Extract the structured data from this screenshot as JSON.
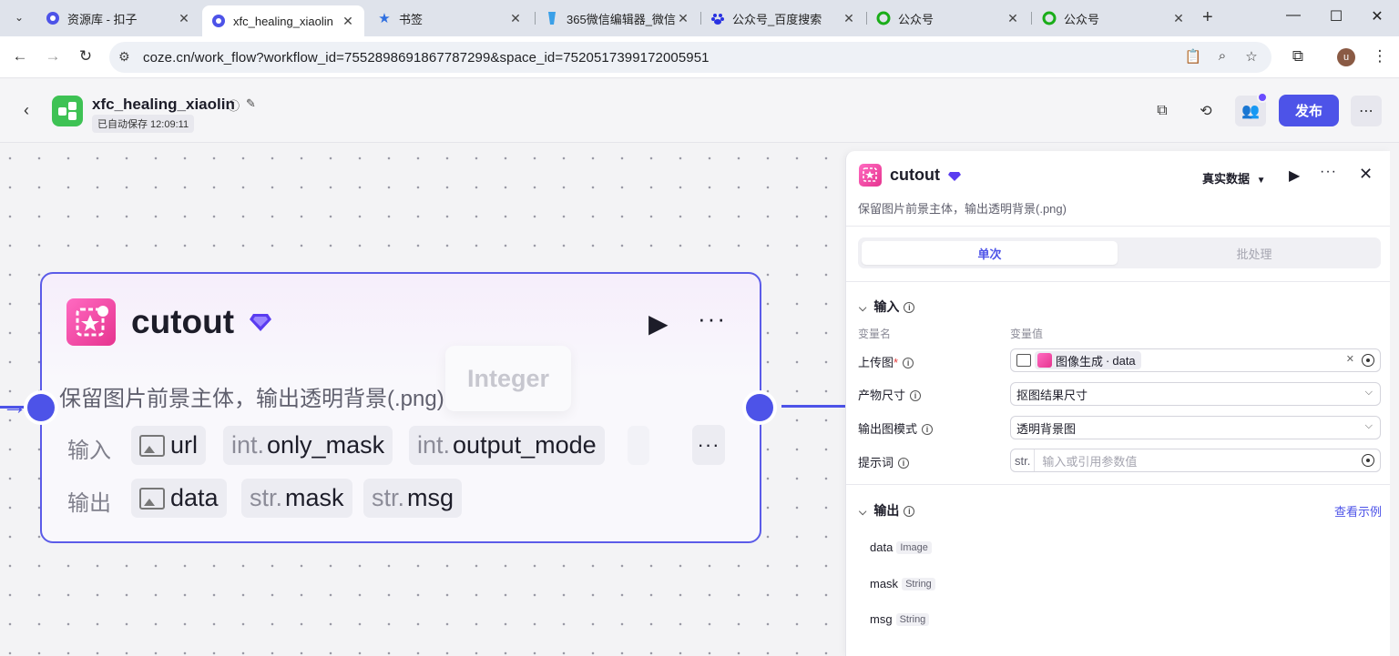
{
  "browser": {
    "tabs": [
      {
        "title": "资源库 - 扣子",
        "icon": "coze-icon"
      },
      {
        "title": "xfc_healing_xiaolin",
        "icon": "coze-icon",
        "active": true
      },
      {
        "title": "书签",
        "icon": "star-icon"
      },
      {
        "title": "365微信编辑器_微信",
        "icon": "editor-icon"
      },
      {
        "title": "公众号_百度搜索",
        "icon": "baidu-icon"
      },
      {
        "title": "公众号",
        "icon": "wechat-icon"
      },
      {
        "title": "公众号",
        "icon": "wechat-icon"
      }
    ],
    "url": "coze.cn/work_flow?workflow_id=7552898691867787299&space_id=7520517399172005951",
    "profile_initial": "u"
  },
  "header": {
    "title": "xfc_healing_xiaolin",
    "autosave": "已自动保存 12:09:11",
    "publish_label": "发布"
  },
  "node": {
    "title": "cutout",
    "description": "保留图片前景主体，输出透明背景(.png)",
    "input_label": "输入",
    "output_label": "输出",
    "inputs": [
      {
        "prefix": "",
        "name": "url",
        "type": "image"
      },
      {
        "prefix": "int.",
        "name": "only_mask",
        "type": "int"
      },
      {
        "prefix": "int.",
        "name": "output_mode",
        "type": "int"
      }
    ],
    "outputs": [
      {
        "prefix": "",
        "name": "data",
        "type": "image"
      },
      {
        "prefix": "str.",
        "name": "mask",
        "type": "str"
      },
      {
        "prefix": "str.",
        "name": "msg",
        "type": "str"
      }
    ],
    "tooltip": "Integer"
  },
  "panel": {
    "title": "cutout",
    "data_mode": "真实数据",
    "description": "保留图片前景主体，输出透明背景(.png)",
    "tabs": {
      "single": "单次",
      "batch": "批处理"
    },
    "input_section": "输入",
    "col_name": "变量名",
    "col_value": "变量值",
    "fields": [
      {
        "label": "上传图",
        "required": true,
        "value_source": "图像生成",
        "value_var": "data"
      },
      {
        "label": "产物尺寸",
        "value": "抠图结果尺寸"
      },
      {
        "label": "输出图模式",
        "value": "透明背景图"
      },
      {
        "label": "提示词",
        "prefix": "str.",
        "placeholder": "输入或引用参数值"
      }
    ],
    "output_section": "输出",
    "view_example": "查看示例",
    "outputs": [
      {
        "name": "data",
        "type": "Image"
      },
      {
        "name": "mask",
        "type": "String"
      },
      {
        "name": "msg",
        "type": "String"
      }
    ]
  },
  "colors": {
    "accent": "#4d53e8",
    "brand_green": "#3ec254",
    "node_icon": "#e6348f"
  }
}
